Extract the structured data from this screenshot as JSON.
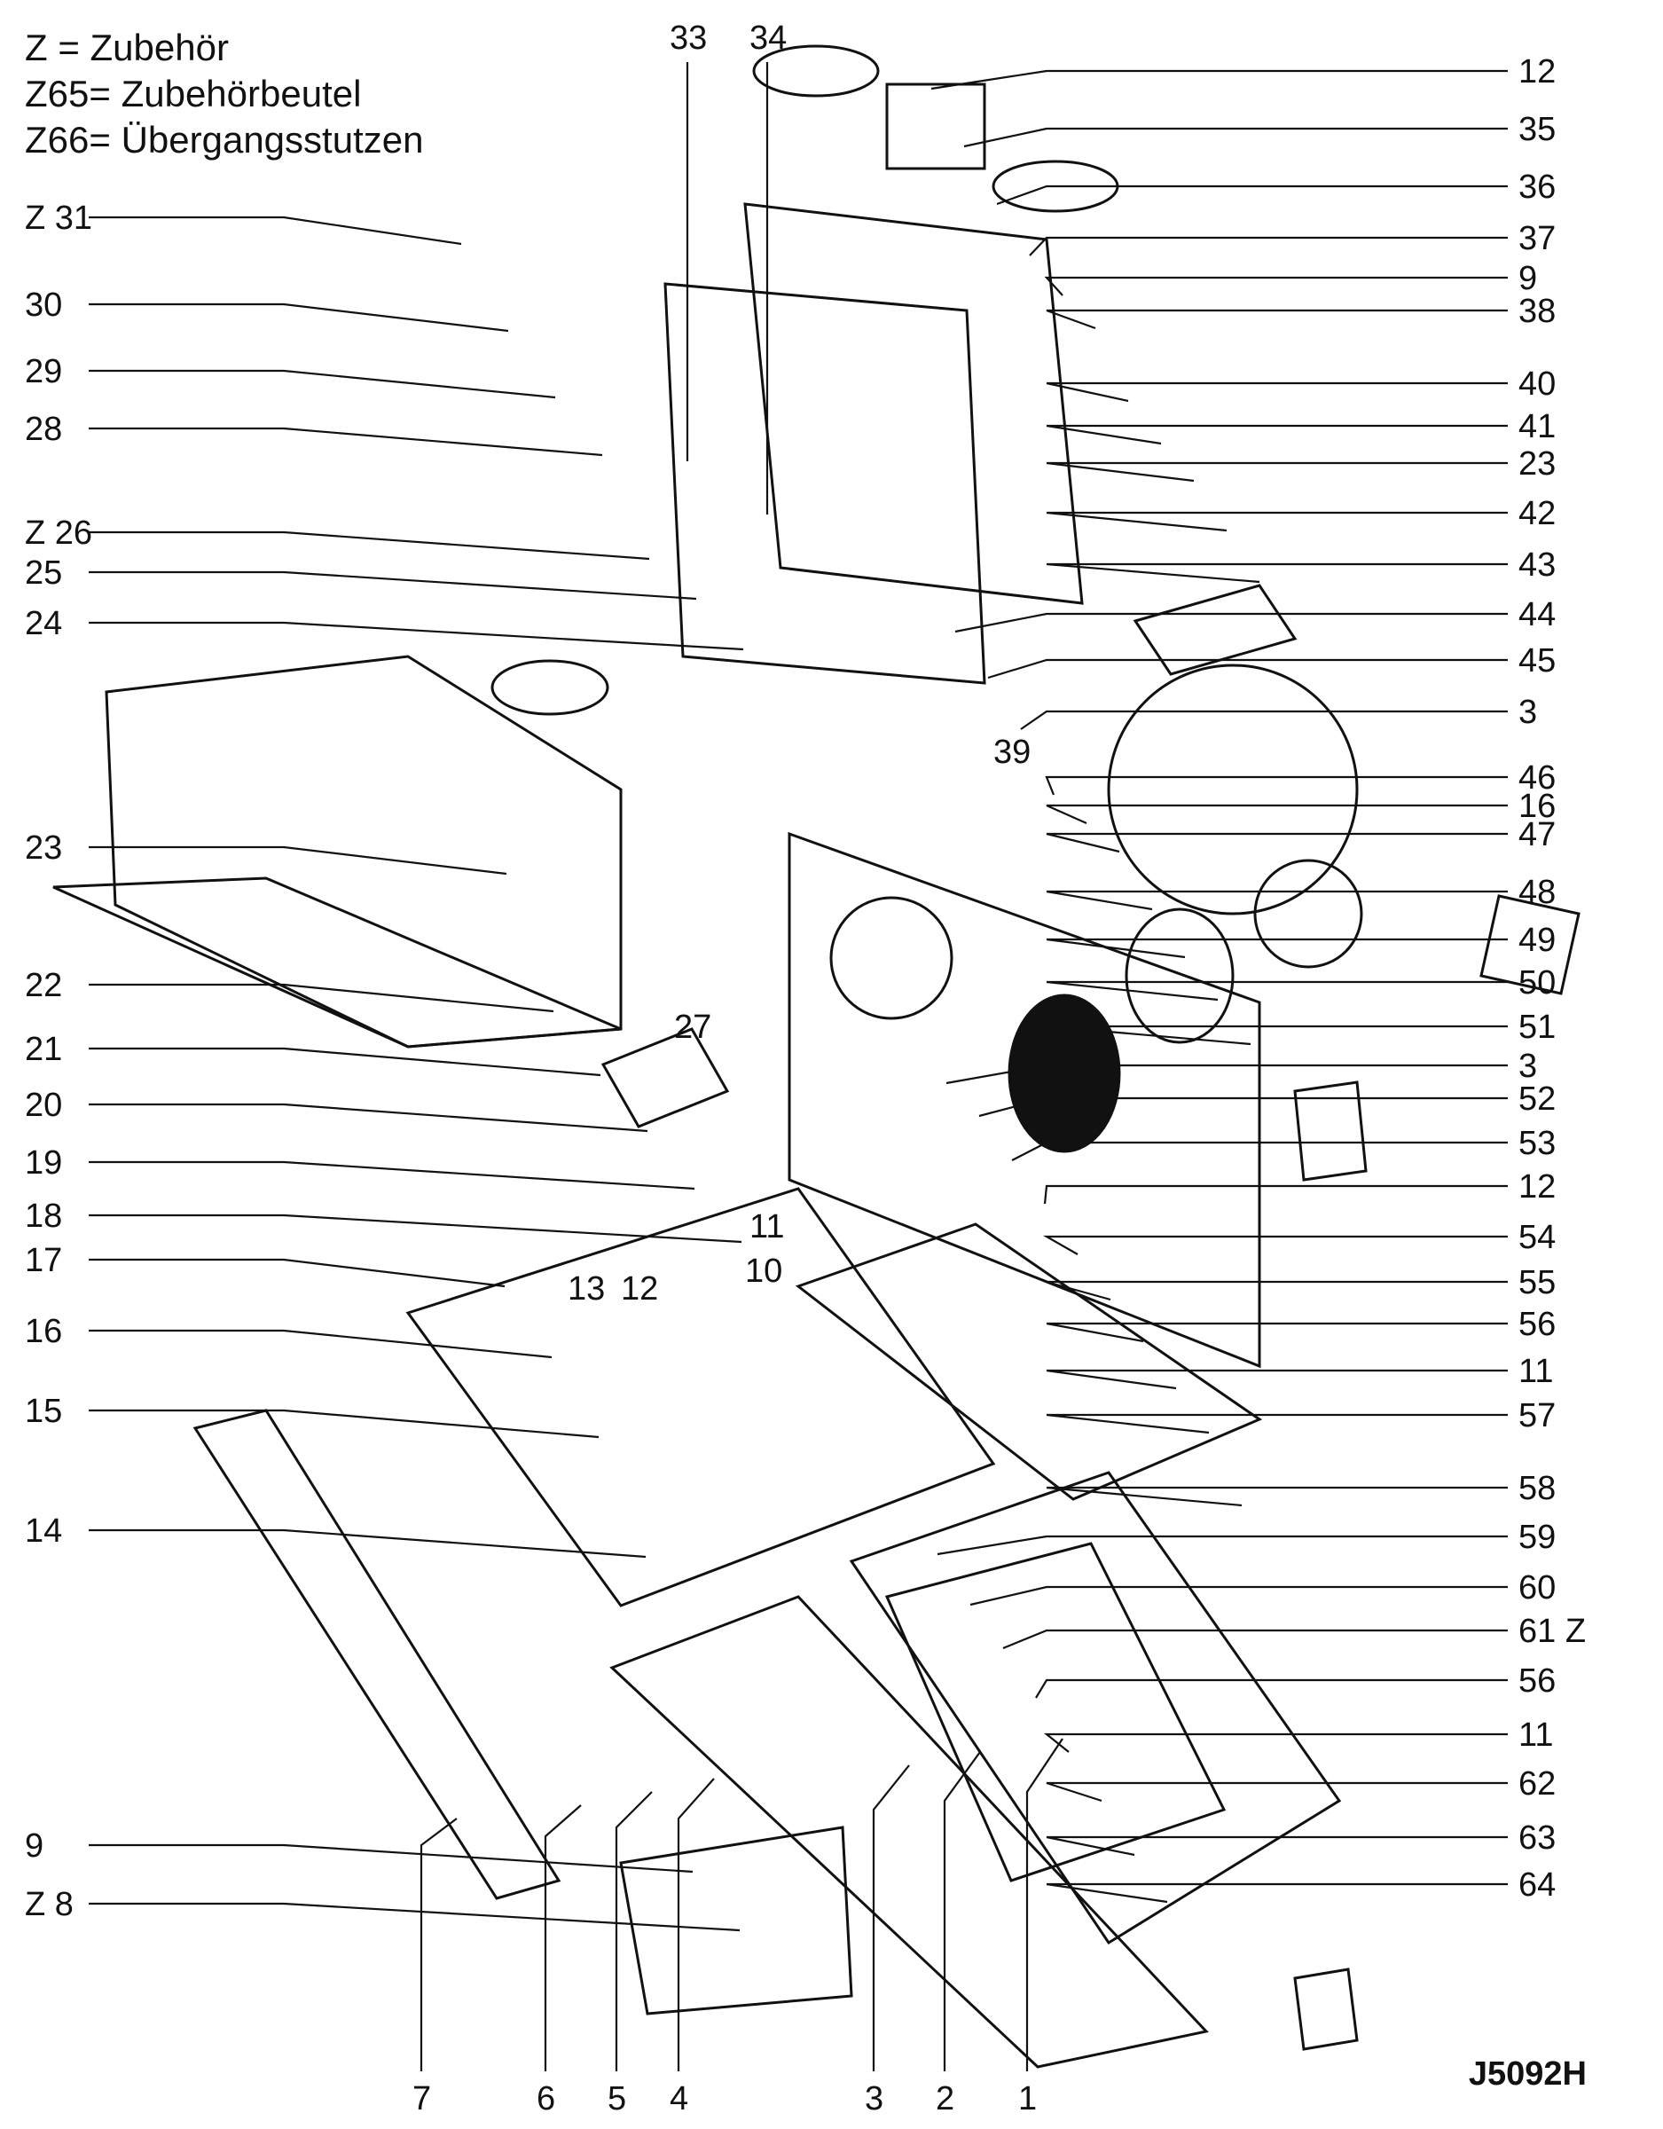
{
  "legend": [
    "Z = Zubehör",
    "Z65= Zubehörbeutel",
    "Z66= Übergangsstutzen"
  ],
  "callouts": {
    "top": [
      "33",
      "34"
    ],
    "right": [
      "12",
      "35",
      "36",
      "37",
      "9",
      "38",
      "40",
      "41",
      "23",
      "42",
      "43",
      "44",
      "45",
      "3",
      "46",
      "16",
      "47",
      "48",
      "49",
      "50",
      "51",
      "3",
      "52",
      "53",
      "12",
      "54",
      "55",
      "56",
      "11",
      "57",
      "58",
      "59",
      "60",
      "61 Z",
      "56",
      "11",
      "62",
      "63",
      "64"
    ],
    "left": [
      "Z 31",
      "30",
      "29",
      "28",
      "Z 26",
      "25",
      "24",
      "23",
      "22",
      "21",
      "20",
      "19",
      "18",
      "17",
      "16",
      "15",
      "14",
      "9",
      "Z 8"
    ],
    "bottom": [
      "7",
      "6",
      "5",
      "4",
      "3",
      "2",
      "1"
    ],
    "inner": [
      "39",
      "27",
      "11",
      "10",
      "13",
      "12"
    ]
  },
  "document_code": "J5092H"
}
